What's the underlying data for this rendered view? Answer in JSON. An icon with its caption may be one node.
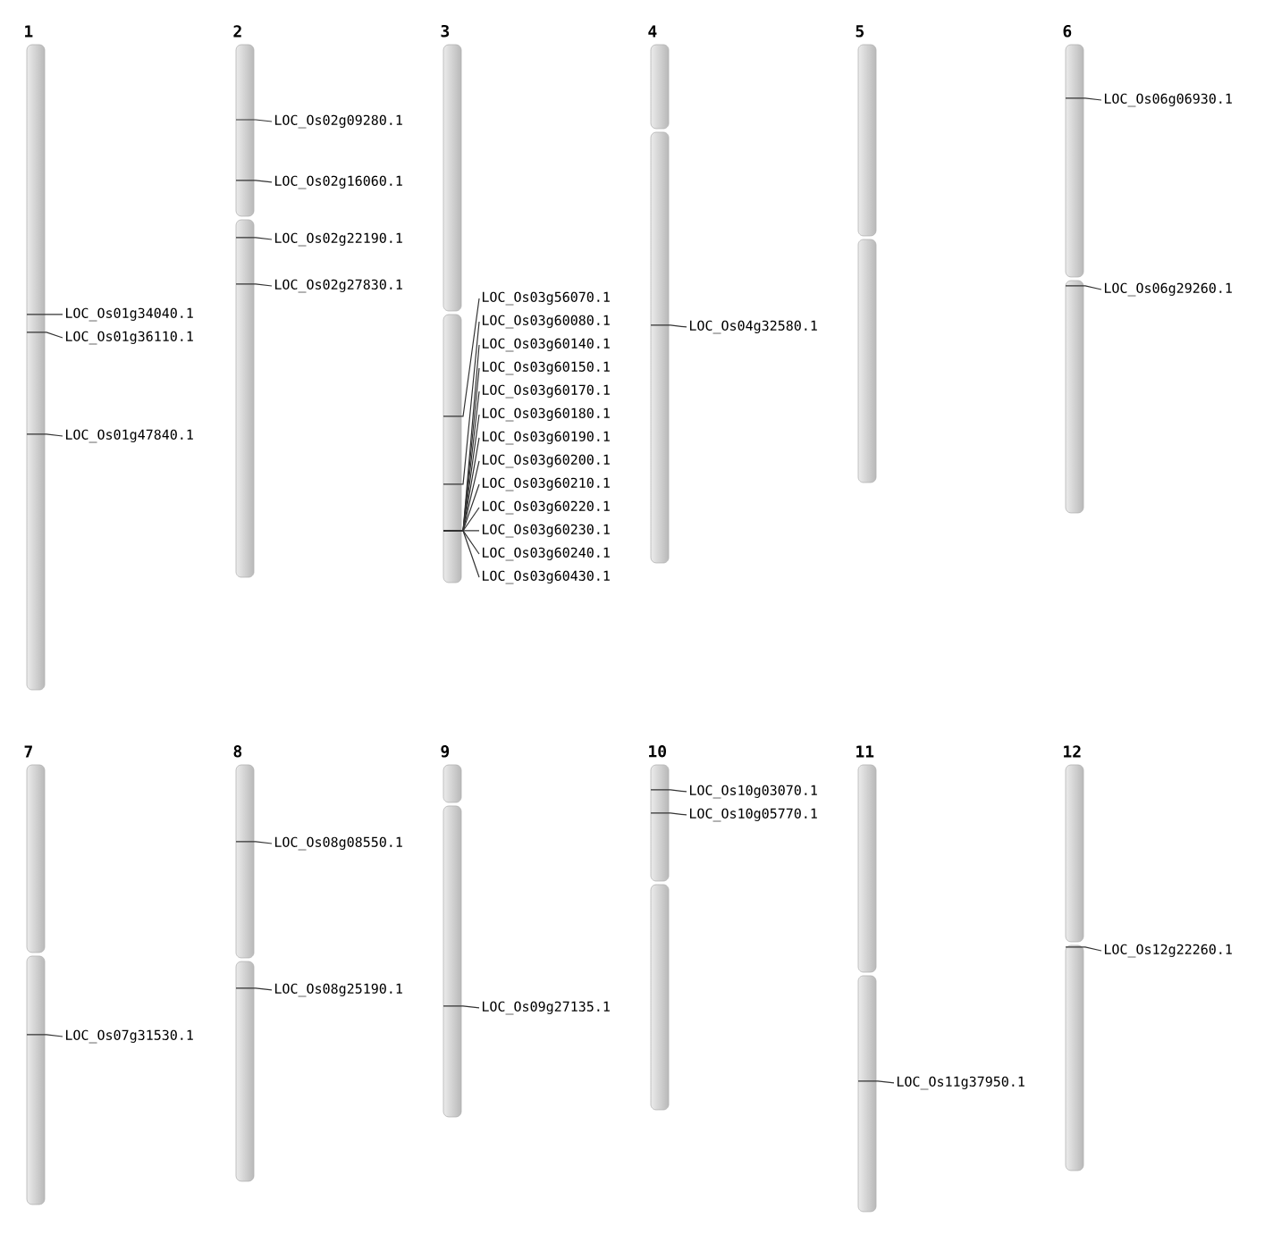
{
  "diagram": {
    "nodes": [
      {
        "text": [
          "1"
        ]
      },
      {
        "text": [
          "LOC_Os01g34040.1"
        ]
      },
      {
        "text": [
          "LOC_Os01g36110.1"
        ]
      },
      {
        "text": [
          "LOC_Os01g47840.1"
        ]
      },
      {
        "text": [
          "2"
        ]
      },
      {
        "text": [
          "LOC_Os02g09280.1"
        ]
      },
      {
        "text": [
          "LOC_Os02g16060.1"
        ]
      },
      {
        "text": [
          "LOC_Os02g22190.1"
        ]
      },
      {
        "text": [
          "LOC_Os02g27830.1"
        ]
      },
      {
        "text": [
          "3"
        ]
      },
      {
        "text": [
          "LOC_Os03g56070.1"
        ]
      },
      {
        "text": [
          "LOC_Os03g60080.1"
        ]
      },
      {
        "text": [
          "LOC_Os03g60140.1"
        ]
      },
      {
        "text": [
          "LOC_Os03g60150.1"
        ]
      },
      {
        "text": [
          "LOC_Os03g60170.1"
        ]
      },
      {
        "text": [
          "LOC_Os03g60180.1"
        ]
      },
      {
        "text": [
          "LOC_Os03g60190.1"
        ]
      },
      {
        "text": [
          "LOC_Os03g60200.1"
        ]
      },
      {
        "text": [
          "LOC_Os03g60210.1"
        ]
      },
      {
        "text": [
          "LOC_Os03g60220.1"
        ]
      },
      {
        "text": [
          "LOC_Os03g60230.1"
        ]
      },
      {
        "text": [
          "LOC_Os03g60240.1"
        ]
      },
      {
        "text": [
          "LOC_Os03g60430.1"
        ]
      },
      {
        "text": [
          "4"
        ]
      },
      {
        "text": [
          "LOC_Os04g32580.1"
        ]
      },
      {
        "text": [
          "5"
        ]
      },
      {
        "text": [
          "6"
        ]
      },
      {
        "text": [
          "LOC_Os06g06930.1"
        ]
      },
      {
        "text": [
          "LOC_Os06g29260.1"
        ]
      },
      {
        "text": [
          "7"
        ]
      },
      {
        "text": [
          "LOC_Os07g31530.1"
        ]
      },
      {
        "text": [
          "8"
        ]
      },
      {
        "text": [
          "LOC_Os08g08550.1"
        ]
      },
      {
        "text": [
          "LOC_Os08g25190.1"
        ]
      },
      {
        "text": [
          "9"
        ]
      },
      {
        "text": [
          "LOC_Os09g27135.1"
        ]
      },
      {
        "text": [
          "10"
        ]
      },
      {
        "text": [
          "LOC_Os10g03070.1"
        ]
      },
      {
        "text": [
          "LOC_Os10g05770.1"
        ]
      },
      {
        "text": [
          "11"
        ]
      },
      {
        "text": [
          "LOC_Os11g37950.1"
        ]
      },
      {
        "text": [
          "12"
        ]
      },
      {
        "text": [
          "LOC_Os12g22260.1"
        ]
      }
    ],
    "edges": [
      {
        "from": 1,
        "to": 0,
        "arrow": "none"
      },
      {
        "from": 2,
        "to": 0,
        "arrow": "none"
      },
      {
        "from": 3,
        "to": 0,
        "arrow": "none"
      },
      {
        "from": 5,
        "to": 4,
        "arrow": "none"
      },
      {
        "from": 6,
        "to": 4,
        "arrow": "none"
      },
      {
        "from": 7,
        "to": 4,
        "arrow": "none"
      },
      {
        "from": 8,
        "to": 4,
        "arrow": "none"
      },
      {
        "from": 10,
        "to": 9,
        "arrow": "none"
      },
      {
        "from": 11,
        "to": 9,
        "arrow": "none"
      },
      {
        "from": 12,
        "to": 9,
        "arrow": "none"
      },
      {
        "from": 13,
        "to": 9,
        "arrow": "none"
      },
      {
        "from": 14,
        "to": 9,
        "arrow": "none"
      },
      {
        "from": 15,
        "to": 9,
        "arrow": "none"
      },
      {
        "from": 16,
        "to": 9,
        "arrow": "none"
      },
      {
        "from": 17,
        "to": 9,
        "arrow": "none"
      },
      {
        "from": 18,
        "to": 9,
        "arrow": "none"
      },
      {
        "from": 19,
        "to": 9,
        "arrow": "none"
      },
      {
        "from": 20,
        "to": 9,
        "arrow": "none"
      },
      {
        "from": 21,
        "to": 9,
        "arrow": "none"
      },
      {
        "from": 22,
        "to": 9,
        "arrow": "none"
      },
      {
        "from": 24,
        "to": 23,
        "arrow": "none"
      },
      {
        "from": 27,
        "to": 26,
        "arrow": "none"
      },
      {
        "from": 28,
        "to": 26,
        "arrow": "none"
      },
      {
        "from": 30,
        "to": 29,
        "arrow": "none"
      },
      {
        "from": 32,
        "to": 31,
        "arrow": "none"
      },
      {
        "from": 33,
        "to": 31,
        "arrow": "none"
      },
      {
        "from": 35,
        "to": 34,
        "arrow": "none"
      },
      {
        "from": 37,
        "to": 36,
        "arrow": "none"
      },
      {
        "from": 38,
        "to": 36,
        "arrow": "none"
      },
      {
        "from": 40,
        "to": 39,
        "arrow": "none"
      },
      {
        "from": 42,
        "to": 41,
        "arrow": "none"
      }
    ]
  }
}
